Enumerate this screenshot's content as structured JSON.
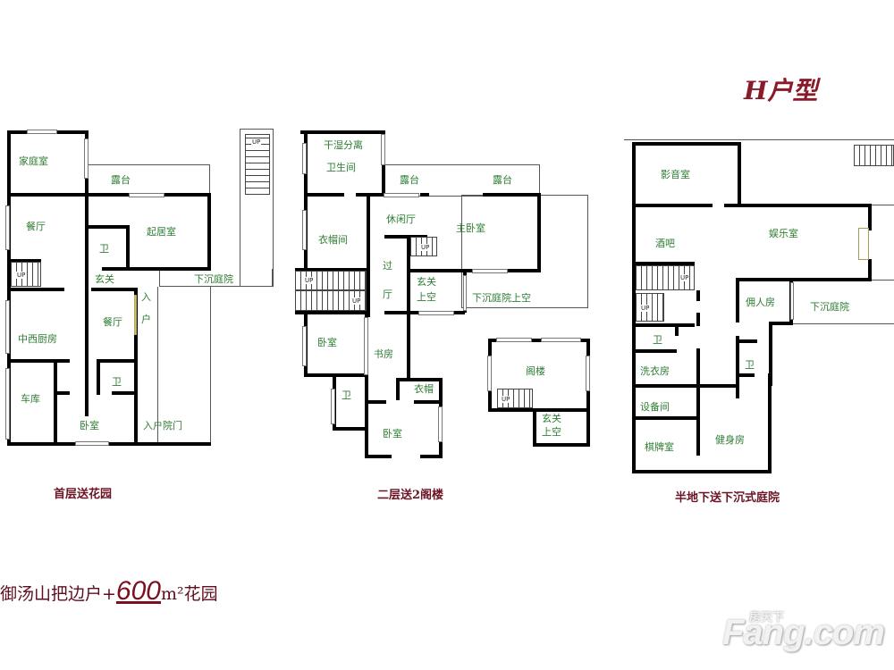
{
  "title": "H户型",
  "slogan": {
    "prefix": "御汤山把边户+",
    "number": "600",
    "unit": "m²",
    "suffix": "花园"
  },
  "watermark": {
    "brand": "Fang.com",
    "cn": "房天下"
  },
  "colors": {
    "wall": "#000000",
    "room_label": "#2e7d32",
    "caption": "#6b1424",
    "title": "#8b1a2a"
  },
  "floors": [
    {
      "caption": "首层送花园",
      "rooms": [
        "家庭室",
        "露台",
        "餐厅",
        "起居室",
        "卫",
        "玄关",
        "下沉庭院",
        "入",
        "户",
        "餐厅",
        "中西厨房",
        "卫",
        "车库",
        "卧室",
        "入户院门"
      ],
      "stairs": [
        "UP",
        "UP"
      ]
    },
    {
      "caption": "二层送2阁楼",
      "rooms": [
        "干湿分离",
        "卫生间",
        "露台",
        "露台",
        "衣帽间",
        "休闲厅",
        "主卧室",
        "过",
        "厅",
        "玄关",
        "上空",
        "下沉庭院上空",
        "卧室",
        "书房",
        "卫",
        "衣帽",
        "卧室",
        "阁楼",
        "玄关",
        "上空"
      ],
      "stairs": [
        "UP",
        "UP",
        "UP",
        "UP"
      ]
    },
    {
      "caption": "半地下送下沉式庭院",
      "rooms": [
        "影音室",
        "酒吧",
        "娱乐室",
        "佣人房",
        "下沉庭院",
        "卫",
        "洗衣房",
        "卫",
        "设备间",
        "棋牌室",
        "健身房"
      ],
      "stairs": [
        "UP",
        "UP"
      ]
    }
  ]
}
